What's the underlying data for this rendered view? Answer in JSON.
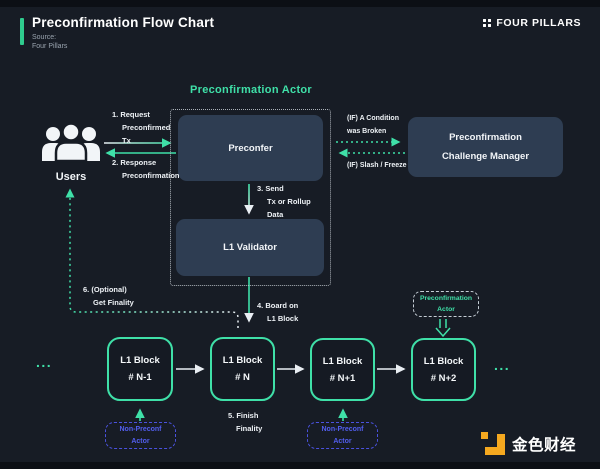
{
  "header": {
    "title": "Preconfirmation Flow Chart",
    "source_label": "Source:",
    "source_value": "Four Pillars",
    "brand_name": "FOUR PILLARS"
  },
  "footer": {
    "brand_name": "金色财经"
  },
  "diagram": {
    "group_title": "Preconfirmation Actor",
    "nodes": {
      "users_label": "Users",
      "preconfer_label": "Preconfer",
      "l1_validator_label": "L1 Validator",
      "challenge_manager": [
        "Preconfirmation",
        "Challenge Manager"
      ]
    },
    "steps": {
      "s1": [
        "1. Request",
        "Preconfirmed",
        "Tx"
      ],
      "s2": [
        "2. Response",
        "Preconfirmation"
      ],
      "s3": [
        "3. Send",
        "Tx or Rollup",
        "Data"
      ],
      "s4": [
        "4. Board on",
        "L1 Block"
      ],
      "s5": [
        "5. Finish",
        "Finality"
      ],
      "s6": [
        "6. (Optional)",
        "Get Finality"
      ]
    },
    "conditions": {
      "broken": [
        "(IF) A Condition",
        "was Broken"
      ],
      "slash": "(IF) Slash / Freeze"
    },
    "blocks": [
      {
        "title": "L1 Block",
        "num": "# N-1"
      },
      {
        "title": "L1 Block",
        "num": "# N"
      },
      {
        "title": "L1 Block",
        "num": "# N+1"
      },
      {
        "title": "L1 Block",
        "num": "# N+2"
      }
    ],
    "badges": {
      "preconf_actor": [
        "Preconfirmation",
        "Actor"
      ],
      "non_preconf_left": [
        "Non-Preconf",
        "Actor"
      ],
      "non_preconf_right": [
        "Non-Preconf",
        "Actor"
      ]
    },
    "ellipsis_left": "...",
    "ellipsis_right": "..."
  },
  "colors": {
    "background": "#171c25",
    "accent_green": "#3fe0a8",
    "node_slate": "#2e3d52",
    "badge_blue": "#4f5ce8",
    "brand_orange": "#f5a81f",
    "text_white": "#f2f5f8"
  }
}
